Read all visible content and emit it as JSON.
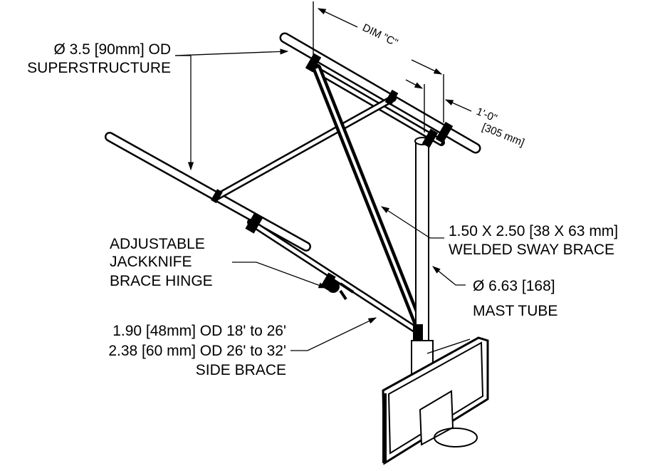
{
  "labels": {
    "superstructure_line1": "Ø 3.5 [90mm] OD",
    "superstructure_line2": "SUPERSTRUCTURE",
    "hinge_line1": "ADJUSTABLE",
    "hinge_line2": "JACKKNIFE",
    "hinge_line3": "BRACE HINGE",
    "side_brace_line1": "1.90 [48mm] OD 18' to 26'",
    "side_brace_line2": "2.38 [60 mm] OD  26' to 32'",
    "side_brace_line3": "SIDE BRACE",
    "sway_line1": "1.50 X 2.50 [38 X 63 mm]",
    "sway_line2": "WELDED SWAY BRACE",
    "mast_line1": "Ø 6.63 [168]",
    "mast_line2": "MAST TUBE",
    "dim_c": "DIM \"C\"",
    "dim_ft": "1'-0\"",
    "dim_mm": "[305 mm]"
  },
  "colors": {
    "line": "#000000",
    "background": "#ffffff"
  }
}
